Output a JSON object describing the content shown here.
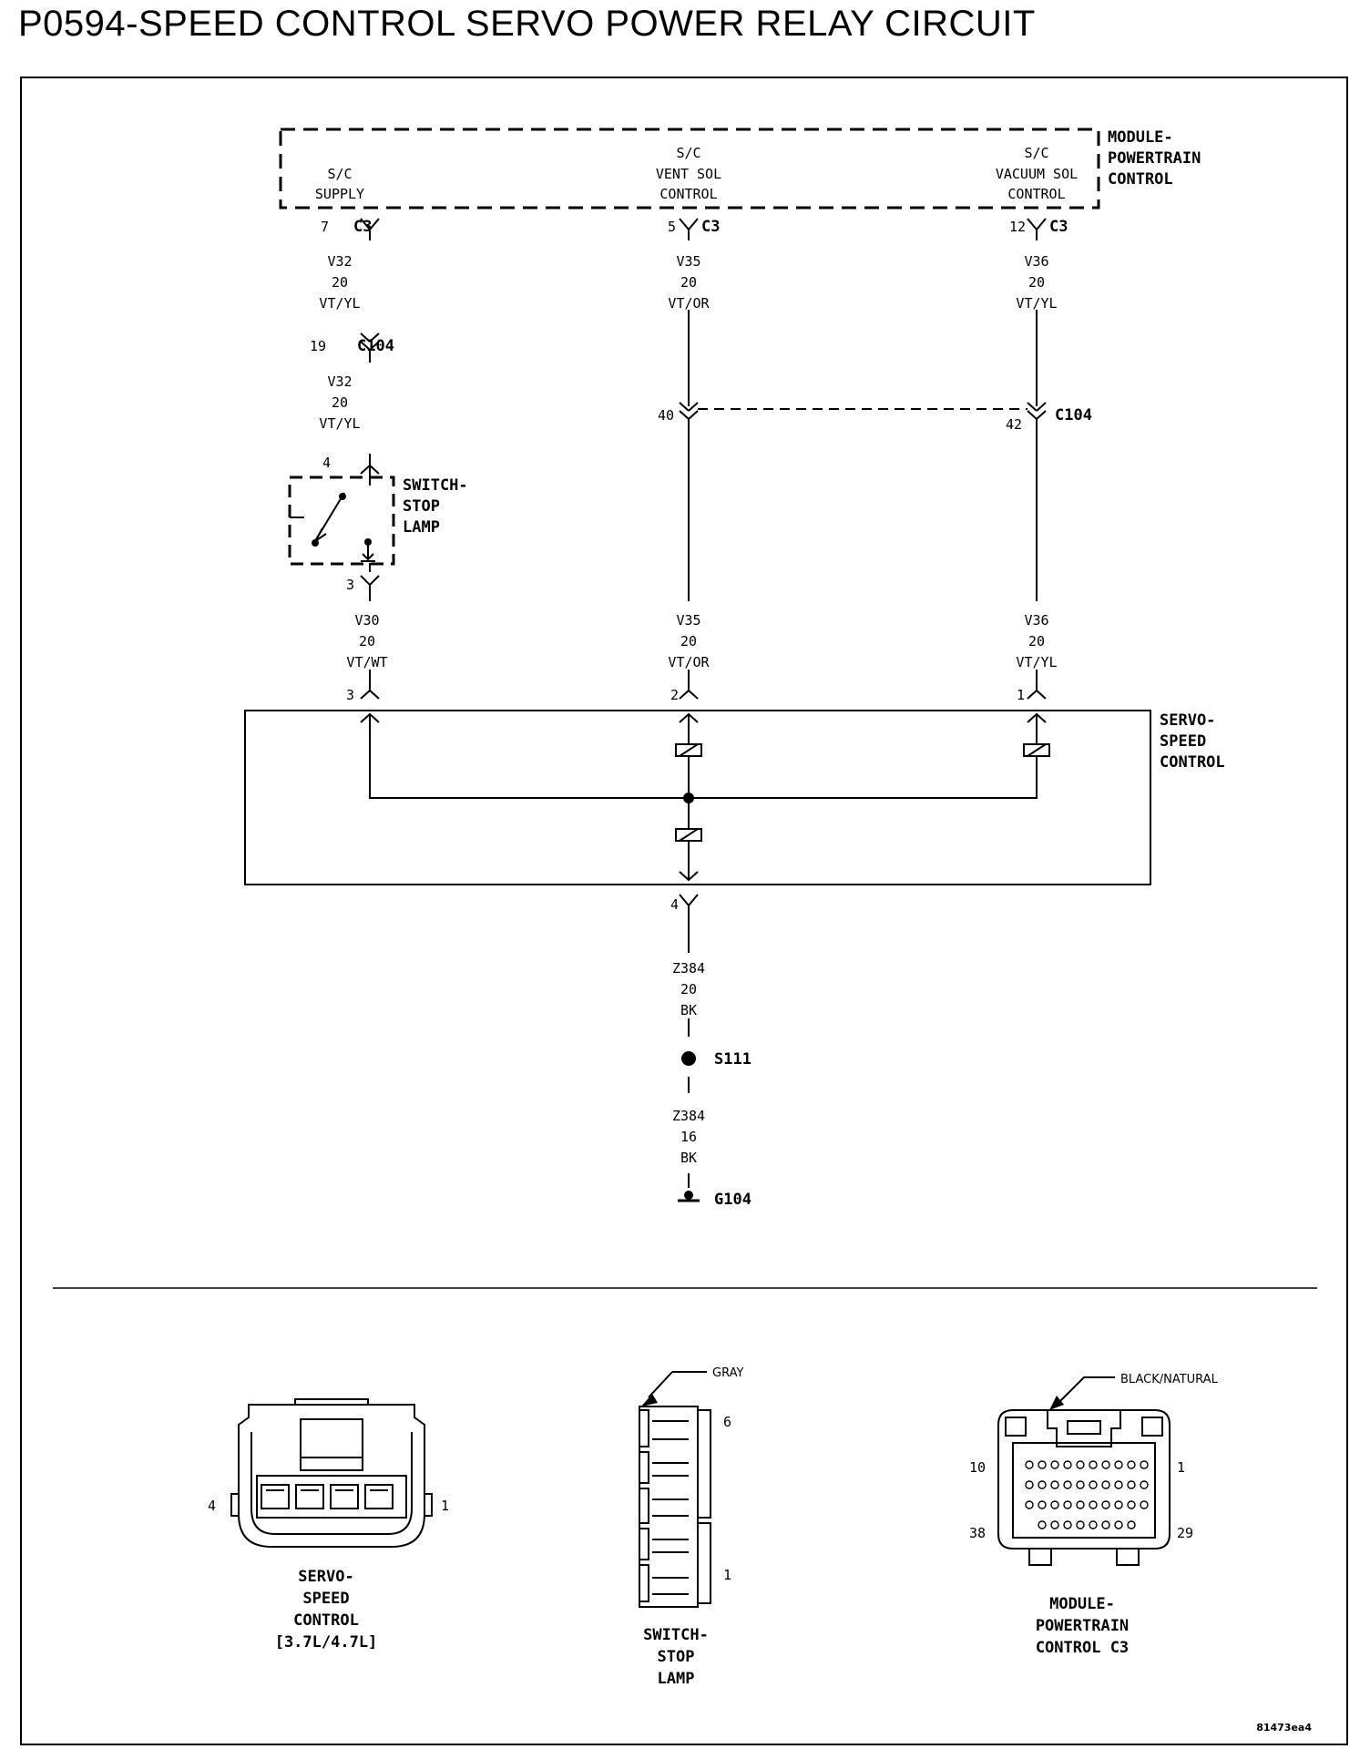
{
  "title": "P0594-SPEED CONTROL SERVO POWER RELAY CIRCUIT",
  "pcm": {
    "name_lines": [
      "MODULE-",
      "POWERTRAIN",
      "CONTROL"
    ],
    "pins": [
      {
        "label_lines": [
          "",
          "S/C",
          "SUPPLY"
        ],
        "pin": "7",
        "connector": "C3"
      },
      {
        "label_lines": [
          "S/C",
          "VENT SOL",
          "CONTROL"
        ],
        "pin": "5",
        "connector": "C3"
      },
      {
        "label_lines": [
          "S/C",
          "VACUUM SOL",
          "CONTROL"
        ],
        "pin": "12",
        "connector": "C3"
      }
    ]
  },
  "wires": {
    "v32_upper": [
      "V32",
      "20",
      "VT/YL"
    ],
    "v32_lower": [
      "V32",
      "20",
      "VT/YL"
    ],
    "v35_upper": [
      "V35",
      "20",
      "VT/OR"
    ],
    "v36_upper": [
      "V36",
      "20",
      "VT/YL"
    ],
    "v30": [
      "V30",
      "20",
      "VT/WT"
    ],
    "v35_lower": [
      "V35",
      "20",
      "VT/OR"
    ],
    "v36_lower": [
      "V36",
      "20",
      "VT/YL"
    ],
    "z384_20": [
      "Z384",
      "20",
      "BK"
    ],
    "z384_16": [
      "Z384",
      "16",
      "BK"
    ]
  },
  "c104": {
    "name": "C104",
    "pin_a": "19",
    "pin_b": "40",
    "pin_c": "42"
  },
  "stop_lamp_switch": {
    "name_lines": [
      "SWITCH-",
      "STOP",
      "LAMP"
    ],
    "pin_in": "4",
    "pin_out": "3"
  },
  "servo": {
    "name_lines": [
      "SERVO-",
      "SPEED",
      "CONTROL"
    ],
    "pins": [
      "3",
      "2",
      "1"
    ],
    "ground_pin": "4"
  },
  "splice": {
    "name": "S111"
  },
  "ground": {
    "name": "G104"
  },
  "connector_views": {
    "servo": {
      "name_lines": [
        "SERVO-",
        "SPEED",
        "CONTROL",
        "[3.7L/4.7L]"
      ],
      "pin_left": "4",
      "pin_right": "1"
    },
    "switch": {
      "name_lines": [
        "SWITCH-",
        "STOP",
        "LAMP"
      ],
      "color": "GRAY",
      "pin_top": "6",
      "pin_bottom": "1"
    },
    "pcm": {
      "name_lines": [
        "MODULE-",
        "POWERTRAIN",
        "CONTROL C3"
      ],
      "color": "BLACK/NATURAL",
      "pin_tl": "10",
      "pin_tr": "1",
      "pin_bl": "38",
      "pin_br": "29"
    }
  },
  "figure_id": "81473ea4"
}
